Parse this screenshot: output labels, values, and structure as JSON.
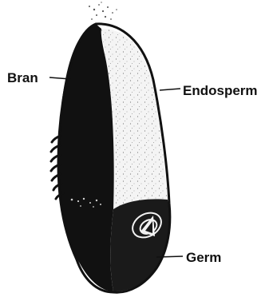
{
  "labels": {
    "bran": "Bran",
    "endosperm": "Endosperm",
    "germ": "Germ"
  },
  "colors": {
    "ink": "#111111",
    "paper": "#ffffff",
    "endosperm_fill": "#f4f4f4"
  }
}
